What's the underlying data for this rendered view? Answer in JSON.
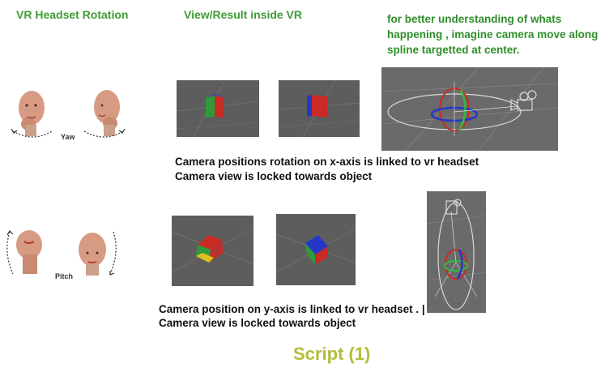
{
  "headings": {
    "left": "VR Headset Rotation",
    "middle": "View/Result inside VR"
  },
  "note": "for better understanding of whats happening , imagine camera move along spline targetted at center.",
  "rotation_labels": {
    "yaw": "Yaw",
    "pitch": "Pitch"
  },
  "captions": {
    "row1": [
      "Camera positions rotation on x-axis is linked to vr headset",
      "Camera view is locked towards object"
    ],
    "row2": [
      "Camera position on y-axis is linked to vr headset . |",
      "Camera view is locked towards object"
    ]
  },
  "footer": "Script (1)",
  "colors": {
    "heading_green": "#3f9a36",
    "script_olive": "#b5bd3a",
    "viewport_gray": "#5d5d5d",
    "cube_red": "#c92a24",
    "cube_green": "#2f9a3a",
    "cube_blue": "#2438c8",
    "cube_yellow": "#d9c21e"
  }
}
